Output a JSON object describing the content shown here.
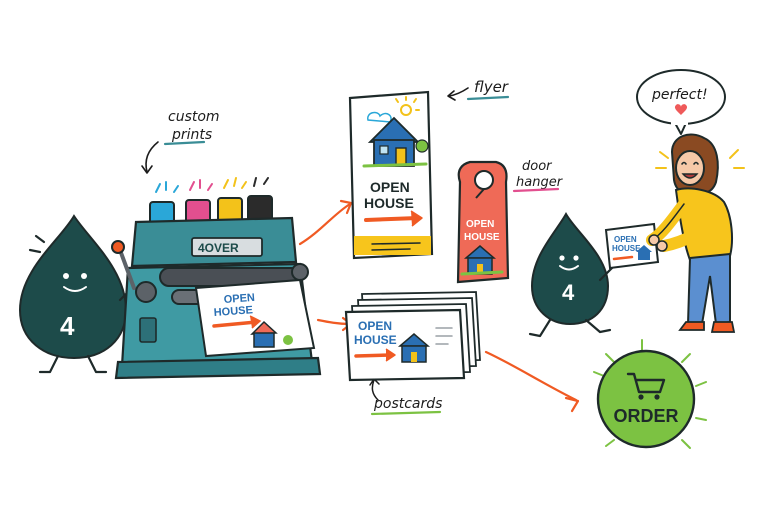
{
  "labels": {
    "custom_prints_line1": "custom",
    "custom_prints_line2": "prints",
    "flyer": "flyer",
    "door_hanger_line1": "door",
    "door_hanger_line2": "hanger",
    "postcards": "postcards",
    "perfect": "perfect!"
  },
  "press": {
    "brand": "4OVER"
  },
  "mascot": {
    "number": "4"
  },
  "open_house": {
    "line1": "OPEN",
    "line2": "HOUSE"
  },
  "order": {
    "label": "ORDER",
    "icon": "shopping-cart-icon"
  },
  "colors": {
    "teal": "#3a8d96",
    "mascot": "#1d4b4a",
    "orange_arrow": "#f05a23",
    "order_green": "#7cc242",
    "door_hanger": "#ef6a57",
    "flyer_bar": "#f7c51c",
    "ink_cyan": "#2aa7d8",
    "ink_magenta": "#e24f8f",
    "ink_yellow": "#f3c21a",
    "ink_black": "#2b2b2b"
  }
}
